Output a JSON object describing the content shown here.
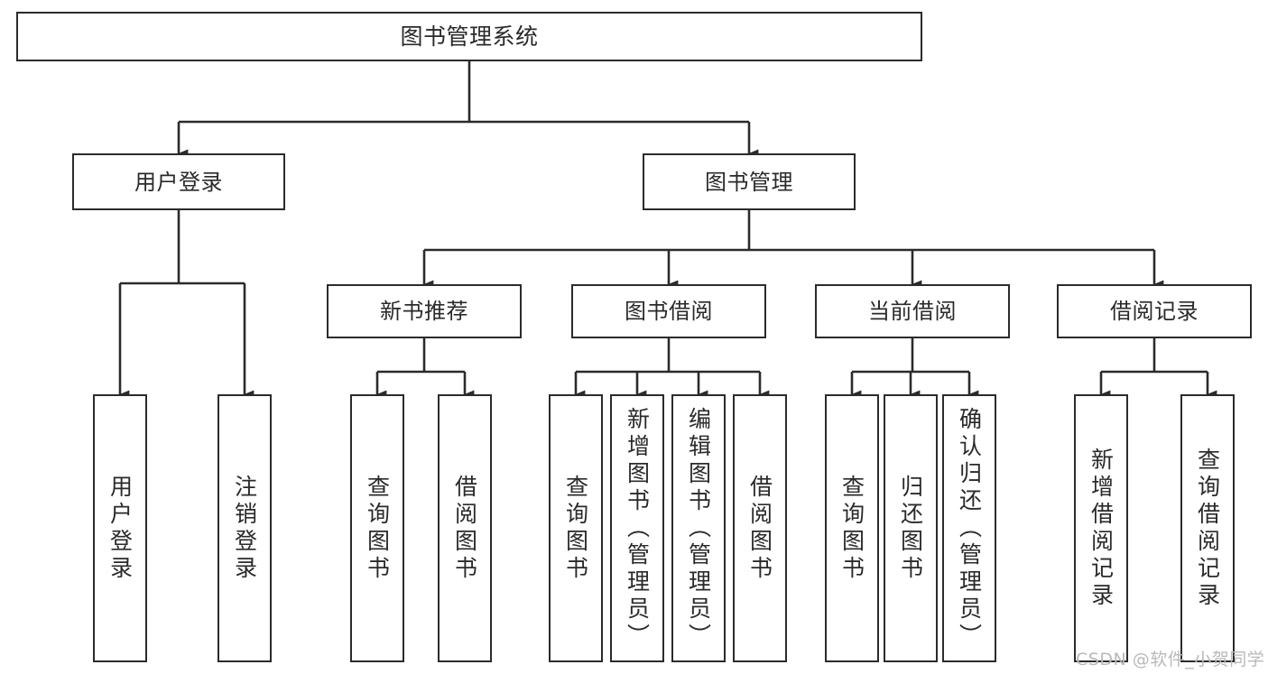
{
  "diagram": {
    "title": "图书管理系统",
    "type": "tree-hierarchy-diagram",
    "watermark": "CSDN @软件_小贺同学",
    "colors": {
      "box_border": "#2b2b2b",
      "box_fill": "#ffffff",
      "edge": "#2b2b2b",
      "text": "#2a2a2a",
      "watermark": "#b9b9b9",
      "background": "#ffffff"
    },
    "nodes": {
      "root": {
        "label": "图书管理系统"
      },
      "level2": [
        {
          "id": "user-login",
          "label": "用户登录"
        },
        {
          "id": "book-manage",
          "label": "图书管理"
        }
      ],
      "level3": [
        {
          "id": "new-book-recommend",
          "label": "新书推荐"
        },
        {
          "id": "book-borrow",
          "label": "图书借阅"
        },
        {
          "id": "current-borrow",
          "label": "当前借阅"
        },
        {
          "id": "borrow-record",
          "label": "借阅记录"
        }
      ],
      "leaves": {
        "user-login": [
          {
            "id": "leaf-user-login",
            "label": "用户登录"
          },
          {
            "id": "leaf-logout-login",
            "label": "注销登录"
          }
        ],
        "new-book-recommend": [
          {
            "id": "leaf-query-book-1",
            "label": "查询图书"
          },
          {
            "id": "leaf-borrow-book-1",
            "label": "借阅图书"
          }
        ],
        "book-borrow": [
          {
            "id": "leaf-query-book-2",
            "label": "查询图书"
          },
          {
            "id": "leaf-add-book",
            "label": "新增图书（管理员）"
          },
          {
            "id": "leaf-edit-book",
            "label": "编辑图书（管理员）"
          },
          {
            "id": "leaf-borrow-book-2",
            "label": "借阅图书"
          }
        ],
        "current-borrow": [
          {
            "id": "leaf-query-book-3",
            "label": "查询图书"
          },
          {
            "id": "leaf-return-book",
            "label": "归还图书"
          },
          {
            "id": "leaf-confirm-return",
            "label": "确认归还（管理员）"
          }
        ],
        "borrow-record": [
          {
            "id": "leaf-add-record",
            "label": "新增借阅记录"
          },
          {
            "id": "leaf-query-record",
            "label": "查询借阅记录"
          }
        ]
      }
    }
  }
}
